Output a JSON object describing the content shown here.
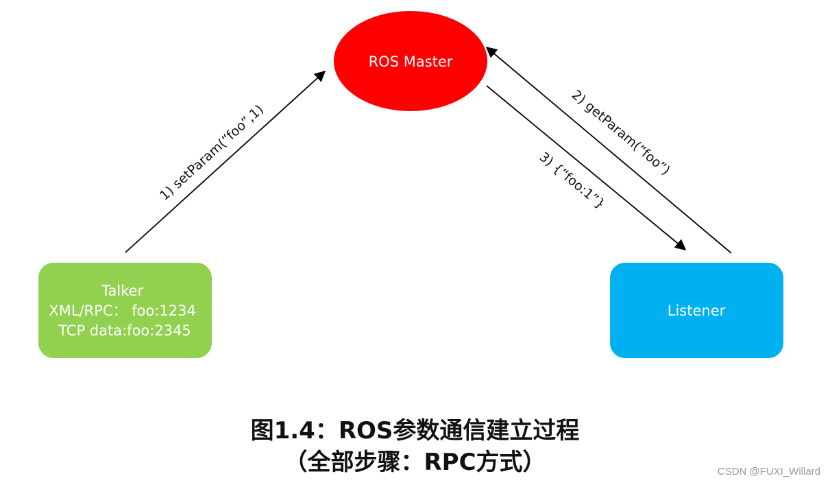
{
  "colors": {
    "master": "#ff0000",
    "talker": "#92d050",
    "listener": "#00b0f0",
    "edge": "#000000"
  },
  "nodes": {
    "master": {
      "label": "ROS Master"
    },
    "talker": {
      "lines": [
        "Talker",
        "XML/RPC： foo:1234",
        "TCP data:foo:2345"
      ]
    },
    "listener": {
      "label": "Listener"
    }
  },
  "edges": {
    "set_param": {
      "label": "1) setParam(“foo”,1)"
    },
    "get_param": {
      "label": "2) getParam(“foo”)"
    },
    "response": {
      "label": "3) {“foo:1”}"
    }
  },
  "caption": {
    "line1": "图1.4：ROS参数通信建立过程",
    "line2": "（全部步骤：RPC方式）"
  },
  "watermark": "CSDN @FUXI_Willard"
}
